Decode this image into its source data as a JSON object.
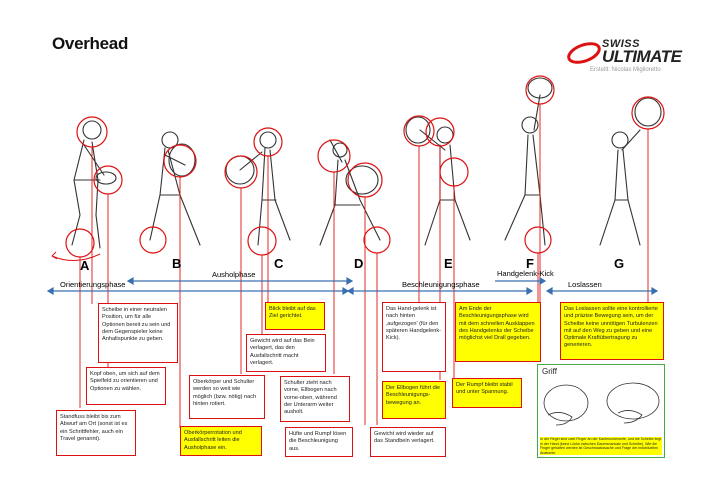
{
  "title": "Overhead",
  "logo": {
    "line1": "SWISS",
    "line2": "ULTIMATE"
  },
  "credit": "Erstellt: Nicolas Miglioretto",
  "stages": [
    "A",
    "B",
    "C",
    "D",
    "E",
    "F",
    "G"
  ],
  "phases": {
    "orientierung": "Orientierungsphase",
    "ausholphase": "Ausholphase",
    "beschleunigung": "Beschleunigungsphase",
    "handgelenk": "Handgelenk-Kick",
    "loslassen": "Loslassen"
  },
  "notes": {
    "n_scheibe_neutral": "Scheibe in einer neutralen Position, um für alle Optionen bereit zu sein und dem Gegenspieler keine Anhaltspunkte zu geben.",
    "n_kopf_oben": "Kopf oben, um sich auf dem Spielfeld zu orientieren und Optionen zu wählen.",
    "n_standfuss": "Standfuss bleibt bis zum Abwurf am Ort (sonst ist es ein Schrittfehler, auch ein Travel genannt).",
    "n_oberkoerperrotation": "Oberkörperrotation und Ausfallschritt leiten die Ausholphase ein.",
    "n_oberkoerper_schulter": "Oberkörper und Schulter werden so weit wie möglich (bzw. nötig) nach hinten rotiert.",
    "n_blick": "Blick bleibt auf das Ziel gerichtet.",
    "n_gewicht_bein": "Gewicht wird auf das Bein verlagert, das den Ausfallschritt macht verlagert.",
    "n_schulter_zieht": "Schulter zieht nach vorne, Ellbogen nach vorne-oben, während der Unterarm weiter ausholt.",
    "n_huefte": "Hüfte und Rumpf lösen die Beschleunigung aus.",
    "n_handgelenk": "Das Hand-gelenk ist nach hinten ‚aufgezogen' (für den späteren Handgelenk-Kick).",
    "n_ellbogen": "Der Ellbogen führt die Beschleunigungs-bewegung an.",
    "n_gewicht_standbein": "Gewicht wird wieder auf das Standbein verlagert.",
    "n_ende_beschl": "Am Ende der Beschleunigungsphase wird mit dem schnellen Ausklappen des Handgelenks der Scheibe möglichst viel Drall gegeben.",
    "n_rumpf": "Der Rumpf bleibt stabil und unter Spannung.",
    "n_loslassen": "Das Loslassen sollte eine kontrollierte und präzise Bewegung sein, um der Scheibe keine unnötigen Turbulenzen mit auf den Weg zu geben und eine Optimale Kraftübertragung zu generieren."
  },
  "griff": {
    "title": "Griff",
    "note": "In der Regel sind zwei Finger an der Kantenunterseite, und die Scheibe liegt in der Hand (keine Lücke zwischen Daumenansatz und Scheibe). Wie die Finger gehalten werden ist Geschmackssache und Frage der individuellen Anatomie."
  },
  "colors": {
    "accent": "#d11111",
    "phase_line": "#3a6fb0",
    "highlight": "#ffff00",
    "griff_border": "#44aa44"
  }
}
